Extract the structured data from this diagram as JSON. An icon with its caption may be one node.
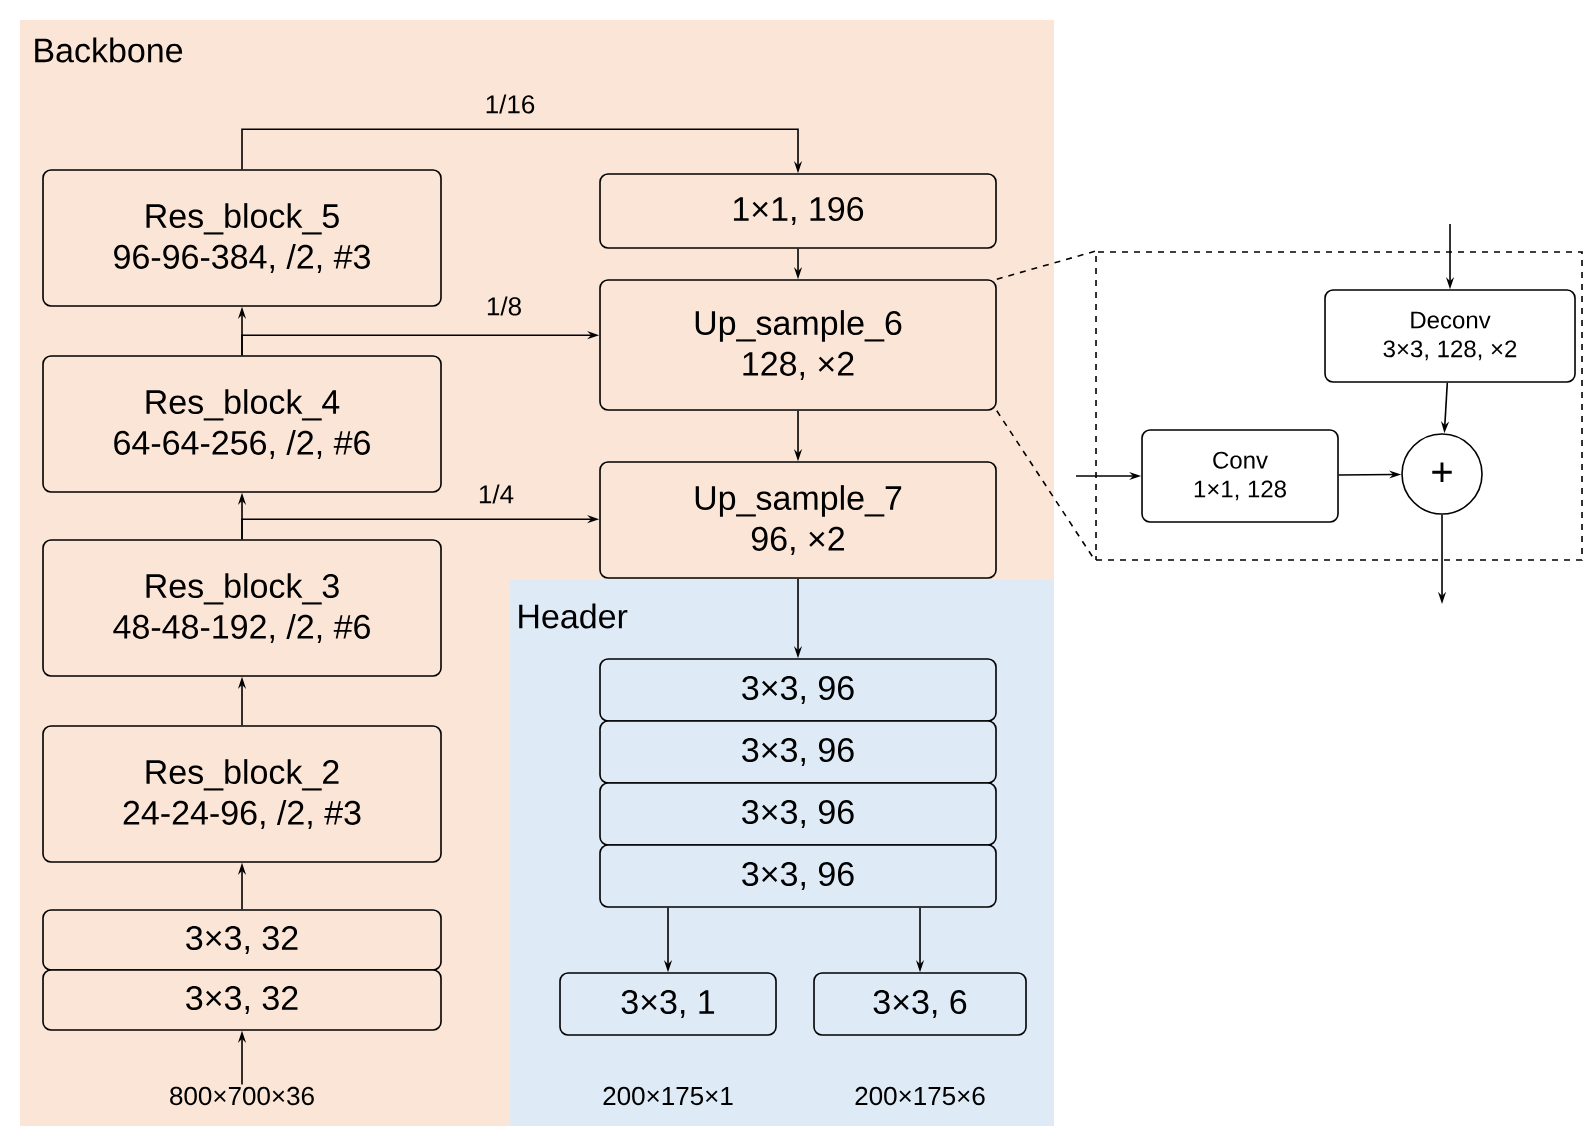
{
  "diagram": {
    "nodes": [
      {
        "text": [
          "Backbone"
        ]
      },
      {
        "text": [
          "Res_block_5",
          "96-96-384, /2, #3"
        ],
        "in": 0
      },
      {
        "text": [
          "Res_block_4",
          "64-64-256, /2, #6"
        ],
        "in": 0
      },
      {
        "text": [
          "Res_block_3",
          "48-48-192, /2, #6"
        ],
        "in": 0
      },
      {
        "text": [
          "Res_block_2",
          "24-24-96, /2, #3"
        ],
        "in": 0
      },
      {
        "text": [
          "3×3, 32"
        ],
        "in": 0
      },
      {
        "text": [
          "3×3, 32"
        ],
        "in": 0
      },
      {
        "text": [
          "800×700×36"
        ],
        "in": 0
      },
      {
        "text": [
          "1×1, 196"
        ],
        "in": 0
      },
      {
        "text": [
          "Up_sample_6",
          "128, ×2"
        ],
        "in": 0
      },
      {
        "text": [
          "Up_sample_7",
          "96, ×2"
        ],
        "in": 0
      },
      {
        "text": [
          "Header"
        ]
      },
      {
        "text": [
          "3×3, 96"
        ],
        "in": 11
      },
      {
        "text": [
          "3×3, 96"
        ],
        "in": 11
      },
      {
        "text": [
          "3×3, 96"
        ],
        "in": 11
      },
      {
        "text": [
          "3×3, 96"
        ],
        "in": 11
      },
      {
        "text": [
          "3×3, 1"
        ],
        "in": 11,
        "beside": [
          "200×175×1"
        ]
      },
      {
        "text": [
          "3×3, 6"
        ],
        "in": 11,
        "beside": [
          "200×175×6"
        ]
      },
      {
        "text": [],
        "shape": "box"
      },
      {
        "text": [
          "Deconv",
          "3×3, 128, ×2"
        ],
        "in": 18
      },
      {
        "text": [
          "Conv",
          "1×1, 128"
        ],
        "in": 18
      },
      {
        "text": [
          "+"
        ],
        "in": 18
      }
    ],
    "edges": [
      {
        "from": 7,
        "to": 6,
        "arrow": "to"
      },
      {
        "from": 5,
        "to": 4,
        "arrow": "to"
      },
      {
        "from": 4,
        "to": 3,
        "arrow": "to"
      },
      {
        "from": 3,
        "to": 2,
        "arrow": "to"
      },
      {
        "from": 2,
        "to": 1,
        "arrow": "to"
      },
      {
        "from": 1,
        "to": 8,
        "arrow": "to",
        "label": "1/16"
      },
      {
        "from": 2,
        "to": 9,
        "arrow": "to",
        "label": "1/8"
      },
      {
        "from": 3,
        "to": 10,
        "arrow": "to",
        "label": "1/4"
      },
      {
        "from": 8,
        "to": 9,
        "arrow": "to"
      },
      {
        "from": 9,
        "to": 10,
        "arrow": "to"
      },
      {
        "from": 10,
        "to": 12,
        "arrow": "to"
      },
      {
        "from": 15,
        "to": 16,
        "arrow": "to"
      },
      {
        "from": 15,
        "to": 17,
        "arrow": "to"
      },
      {
        "from": 9,
        "to": 18,
        "arrow": "none",
        "style": "dashed"
      },
      {
        "from": 9,
        "to": 18,
        "arrow": "none",
        "style": "dashed"
      },
      {
        "from": null,
        "to": 19,
        "arrow": "to"
      },
      {
        "from": null,
        "to": 20,
        "arrow": "to"
      },
      {
        "from": 20,
        "to": 21,
        "arrow": "to"
      },
      {
        "from": 19,
        "to": 21,
        "arrow": "to"
      },
      {
        "from": 21,
        "to": null,
        "arrow": "to"
      }
    ]
  }
}
